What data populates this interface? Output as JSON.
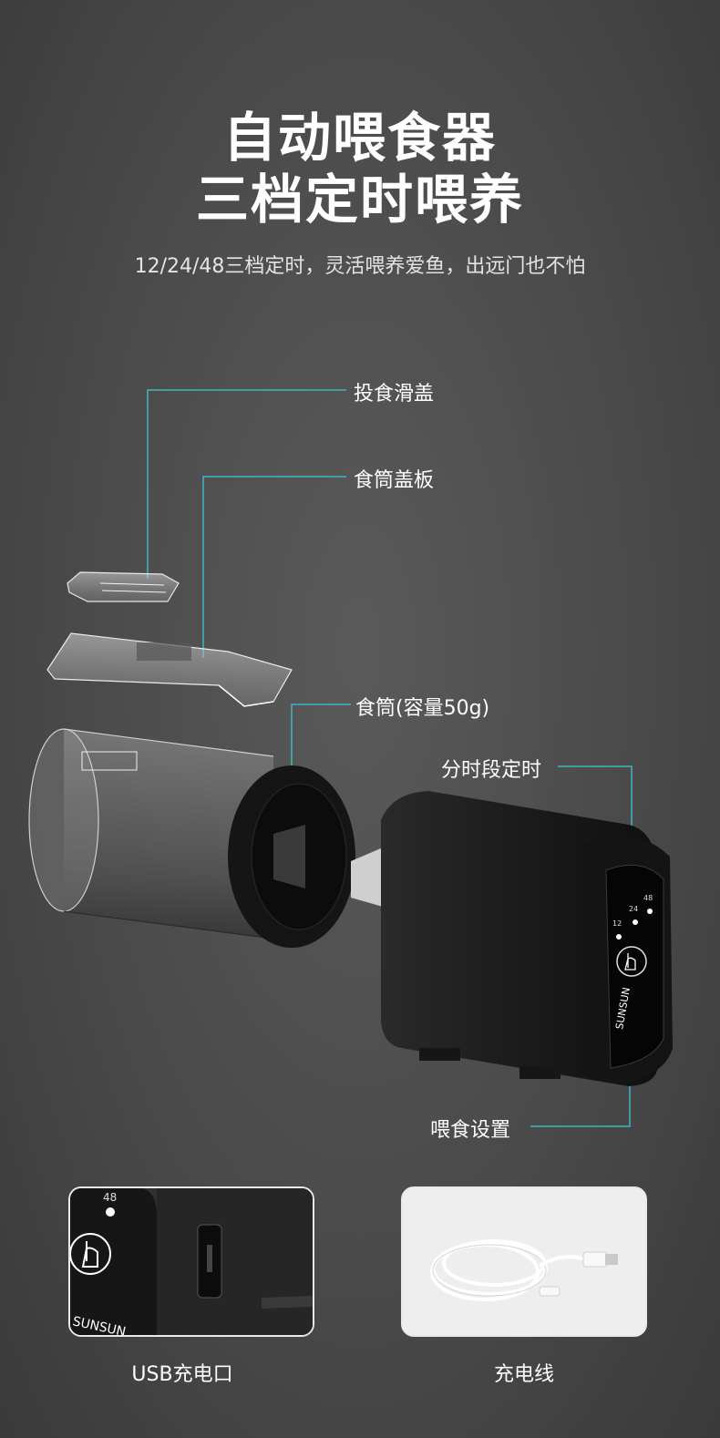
{
  "header": {
    "title_line1": "自动喂食器",
    "title_line2": "三档定时喂养",
    "subtitle": "12/24/48三档定时，灵活喂养爱鱼，出远门也不怕"
  },
  "callouts": {
    "slide_cover": "投食滑盖",
    "hopper_lid": "食筒盖板",
    "hopper": "食筒(容量50g)",
    "timer": "分时段定时",
    "feed_setting": "喂食设置"
  },
  "device": {
    "brand": "SUNSUN",
    "timer_options": [
      "12",
      "24",
      "48"
    ]
  },
  "thumbnails": {
    "usb_port": {
      "caption": "USB充电口",
      "brand_text": "SUNSUN",
      "timer_label": "48"
    },
    "cable": {
      "caption": "充电线"
    }
  },
  "colors": {
    "background": "#4a4a4a",
    "callout_line": "#3fb6c2",
    "device_body": "#1c1c1c"
  }
}
